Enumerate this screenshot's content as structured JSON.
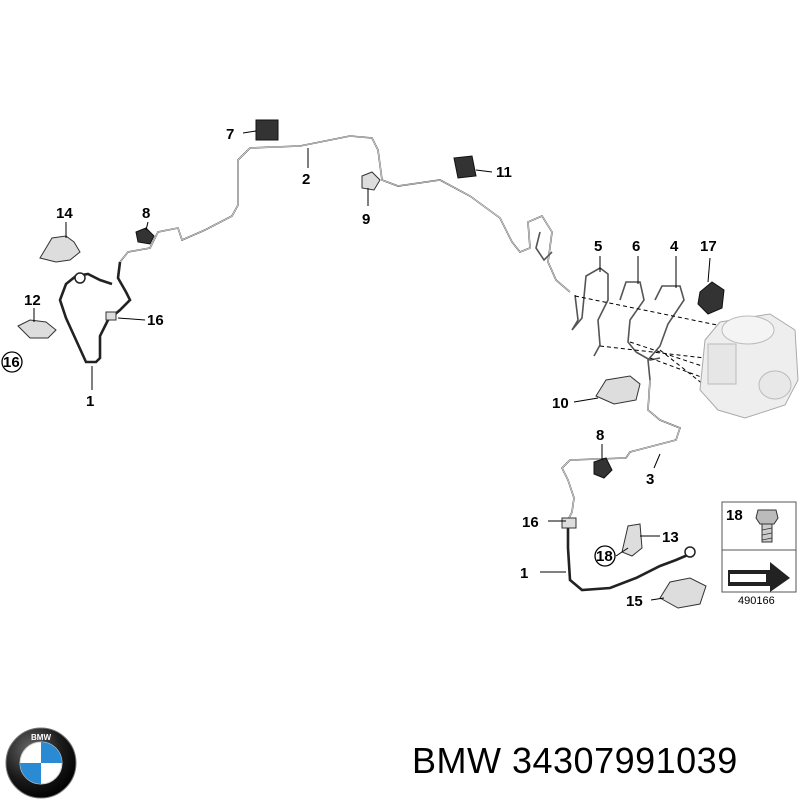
{
  "diagram": {
    "callouts": {
      "c1_top": "1",
      "c1_bottom": "1",
      "c2": "2",
      "c3": "3",
      "c4": "4",
      "c5": "5",
      "c6": "6",
      "c7": "7",
      "c8_top": "8",
      "c8_mid": "8",
      "c9": "9",
      "c10": "10",
      "c11": "11",
      "c12": "12",
      "c13": "13",
      "c14": "14",
      "c15": "15",
      "c16_top": "16",
      "c16_bottom": "16",
      "c16_circled": "16",
      "c17": "17",
      "c18_box": "18",
      "c18_circled": "18"
    },
    "drawing_number": "490166"
  },
  "caption": {
    "brand": "BMW",
    "part_number": "34307991039",
    "text": "BMW 34307991039"
  },
  "logo": {
    "name": "bmw-roundel",
    "lettering": "BMW",
    "colors": {
      "ring": "#111111",
      "blue": "#2a8ad4",
      "white": "#ffffff"
    }
  }
}
